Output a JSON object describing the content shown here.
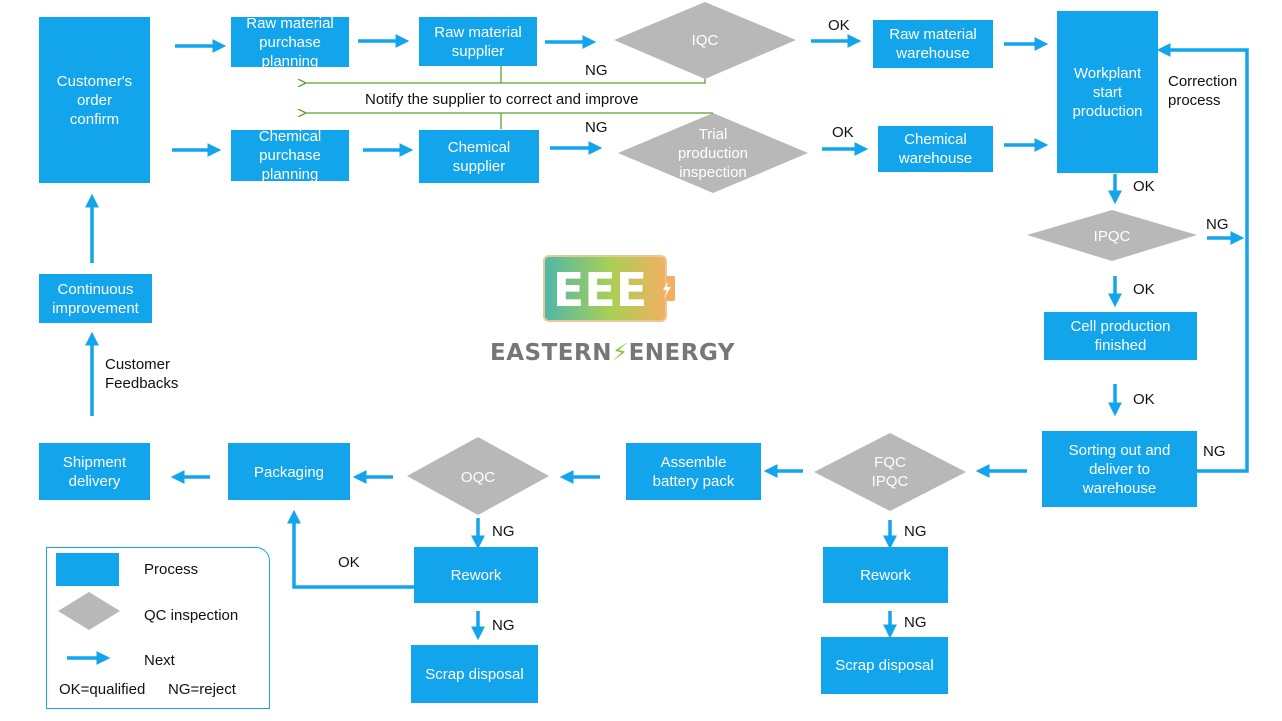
{
  "colors": {
    "process": "#12a5ec",
    "qc": "#b8b8b8",
    "feedback_line": "#5aa02c"
  },
  "nodes": {
    "customer_order": "Customer's\norder\nconfirm",
    "raw_planning": "Raw material\npurchase\nplanning",
    "raw_supplier": "Raw material\nsupplier",
    "iqc": "IQC",
    "raw_warehouse": "Raw material\nwarehouse",
    "chem_planning": "Chemical\npurchase\nplanning",
    "chem_supplier": "Chemical\nsupplier",
    "trial": "Trial\nproduction\ninspection",
    "chem_warehouse": "Chemical\nwarehouse",
    "workplant": "Workplant\nstart\nproduction",
    "ipqc": "IPQC",
    "cell_finished": "Cell production\nfinished",
    "sorting": "Sorting out and\ndeliver to\nwarehouse",
    "fqc": "FQC\nIPQC",
    "assemble": "Assemble\nbattery pack",
    "oqc": "OQC",
    "packaging": "Packaging",
    "shipment": "Shipment\ndelivery",
    "continuous": "Continuous\nimprovement",
    "rework_1": "Rework",
    "scrap_1": "Scrap disposal",
    "rework_2": "Rework",
    "scrap_2": "Scrap disposal"
  },
  "labels": {
    "ok_iqc": "OK",
    "ng_iqc": "NG",
    "notify": "Notify the supplier to correct and improve",
    "ng_trial": "NG",
    "ok_trial": "OK",
    "correction": "Correction\nprocess",
    "ok_workplant": "OK",
    "ng_ipqc": "NG",
    "ok_ipqc": "OK",
    "ok_cell": "OK",
    "ng_sorting": "NG",
    "ng_oqc": "NG",
    "ok_rework": "OK",
    "ng_rework_1": "NG",
    "ng_fqc": "NG",
    "ng_rework_2": "NG",
    "feedback": "Customer\nFeedbacks"
  },
  "legend": {
    "process": "Process",
    "qc": "QC inspection",
    "next": "Next",
    "ok_def": "OK=qualified",
    "ng_def": "NG=reject"
  },
  "logo": {
    "mark": "EEE",
    "word_left": "EASTERN",
    "word_right": "ENERGY"
  }
}
